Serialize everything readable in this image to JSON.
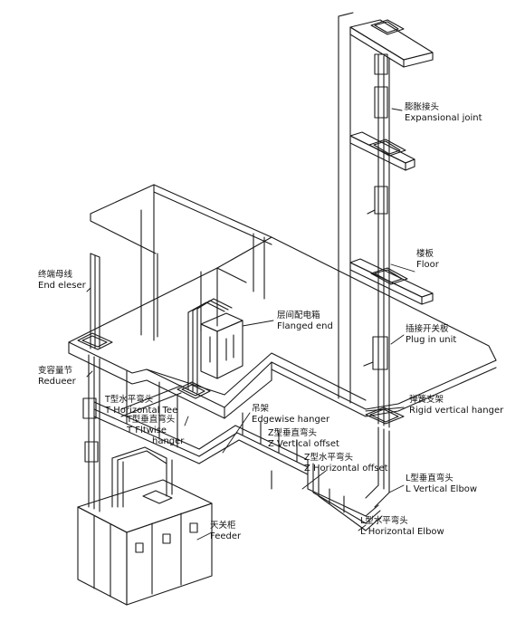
{
  "labels": {
    "expansion_joint": {
      "zh": "膨胀接头",
      "en": "Expansional joint"
    },
    "floor": {
      "zh": "楼板",
      "en": "Floor"
    },
    "end_closer": {
      "zh": "终端母线",
      "en": "End eleser"
    },
    "flanged_end": {
      "zh": "层间配电箱",
      "en": "Flanged end"
    },
    "plug_in_unit": {
      "zh": "插接开关板",
      "en": "Plug in unit"
    },
    "reducer": {
      "zh": "变容量节",
      "en": "Redueer"
    },
    "t_horizontal_tee": {
      "zh": "T型水平弯头",
      "en": "T Horizontal Tee"
    },
    "t_flatwise_hanger": {
      "zh": "T型垂直弯头",
      "en": "T Fltwise",
      "en2": "hanger"
    },
    "rigid_vertical_hanger": {
      "zh": "弹簧支架",
      "en": "Rigid vertical hanger"
    },
    "edgewise_hanger": {
      "zh": "吊架",
      "en": "Edgewise hanger"
    },
    "z_vertical_offset": {
      "zh": "Z型垂直弯头",
      "en": "Z Vertical offset"
    },
    "z_horizontal_offset": {
      "zh": "Z型水平弯头",
      "en": "Z Horizontal offset"
    },
    "l_vertical_elbow": {
      "zh": "L型垂直弯头",
      "en": "L Vertical Elbow"
    },
    "l_horizontal_elbow": {
      "zh": "L型水平弯头",
      "en": "L Horizontal Elbow"
    },
    "feeder": {
      "zh": "天关柜",
      "en": "Feeder"
    }
  },
  "colors": {
    "line": "#1a1a1a",
    "background": "#ffffff"
  }
}
